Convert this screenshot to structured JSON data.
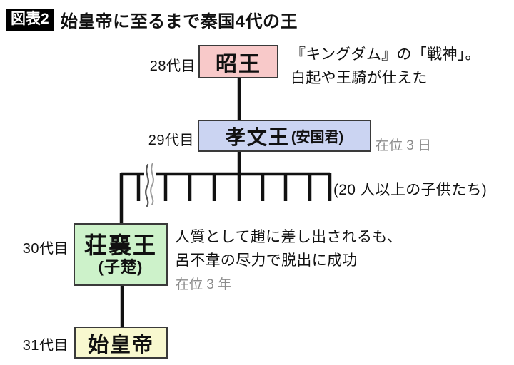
{
  "page": {
    "badge": "図表2",
    "title": "始皇帝に至るまで秦国4代の王"
  },
  "generations": [
    {
      "label": "28代目",
      "name": "昭王",
      "note_lines": [
        "『キングダム』の「戦神」。",
        "白起や王騎が仕えた"
      ]
    },
    {
      "label": "29代目",
      "name": "孝文王",
      "alias": "(安国君)",
      "reign": "在位 3 日"
    },
    {
      "label": "30代目",
      "name": "荘襄王",
      "alias": "(子楚)",
      "note_lines": [
        "人質として趙に差し出されるも、",
        "呂不韋の尽力で脱出に成功"
      ],
      "reign": "在位 3 年"
    },
    {
      "label": "31代目",
      "name": "始皇帝"
    }
  ],
  "children_note": "(20 人以上の子供たち)",
  "colors": {
    "box_shao": "#f8c9c9",
    "box_xiaowen": "#cbd4f2",
    "box_zhuang": "#cdf2ca",
    "box_shihuang": "#f8f8cf",
    "reign_text": "#8c8c8c",
    "line": "#111111"
  }
}
